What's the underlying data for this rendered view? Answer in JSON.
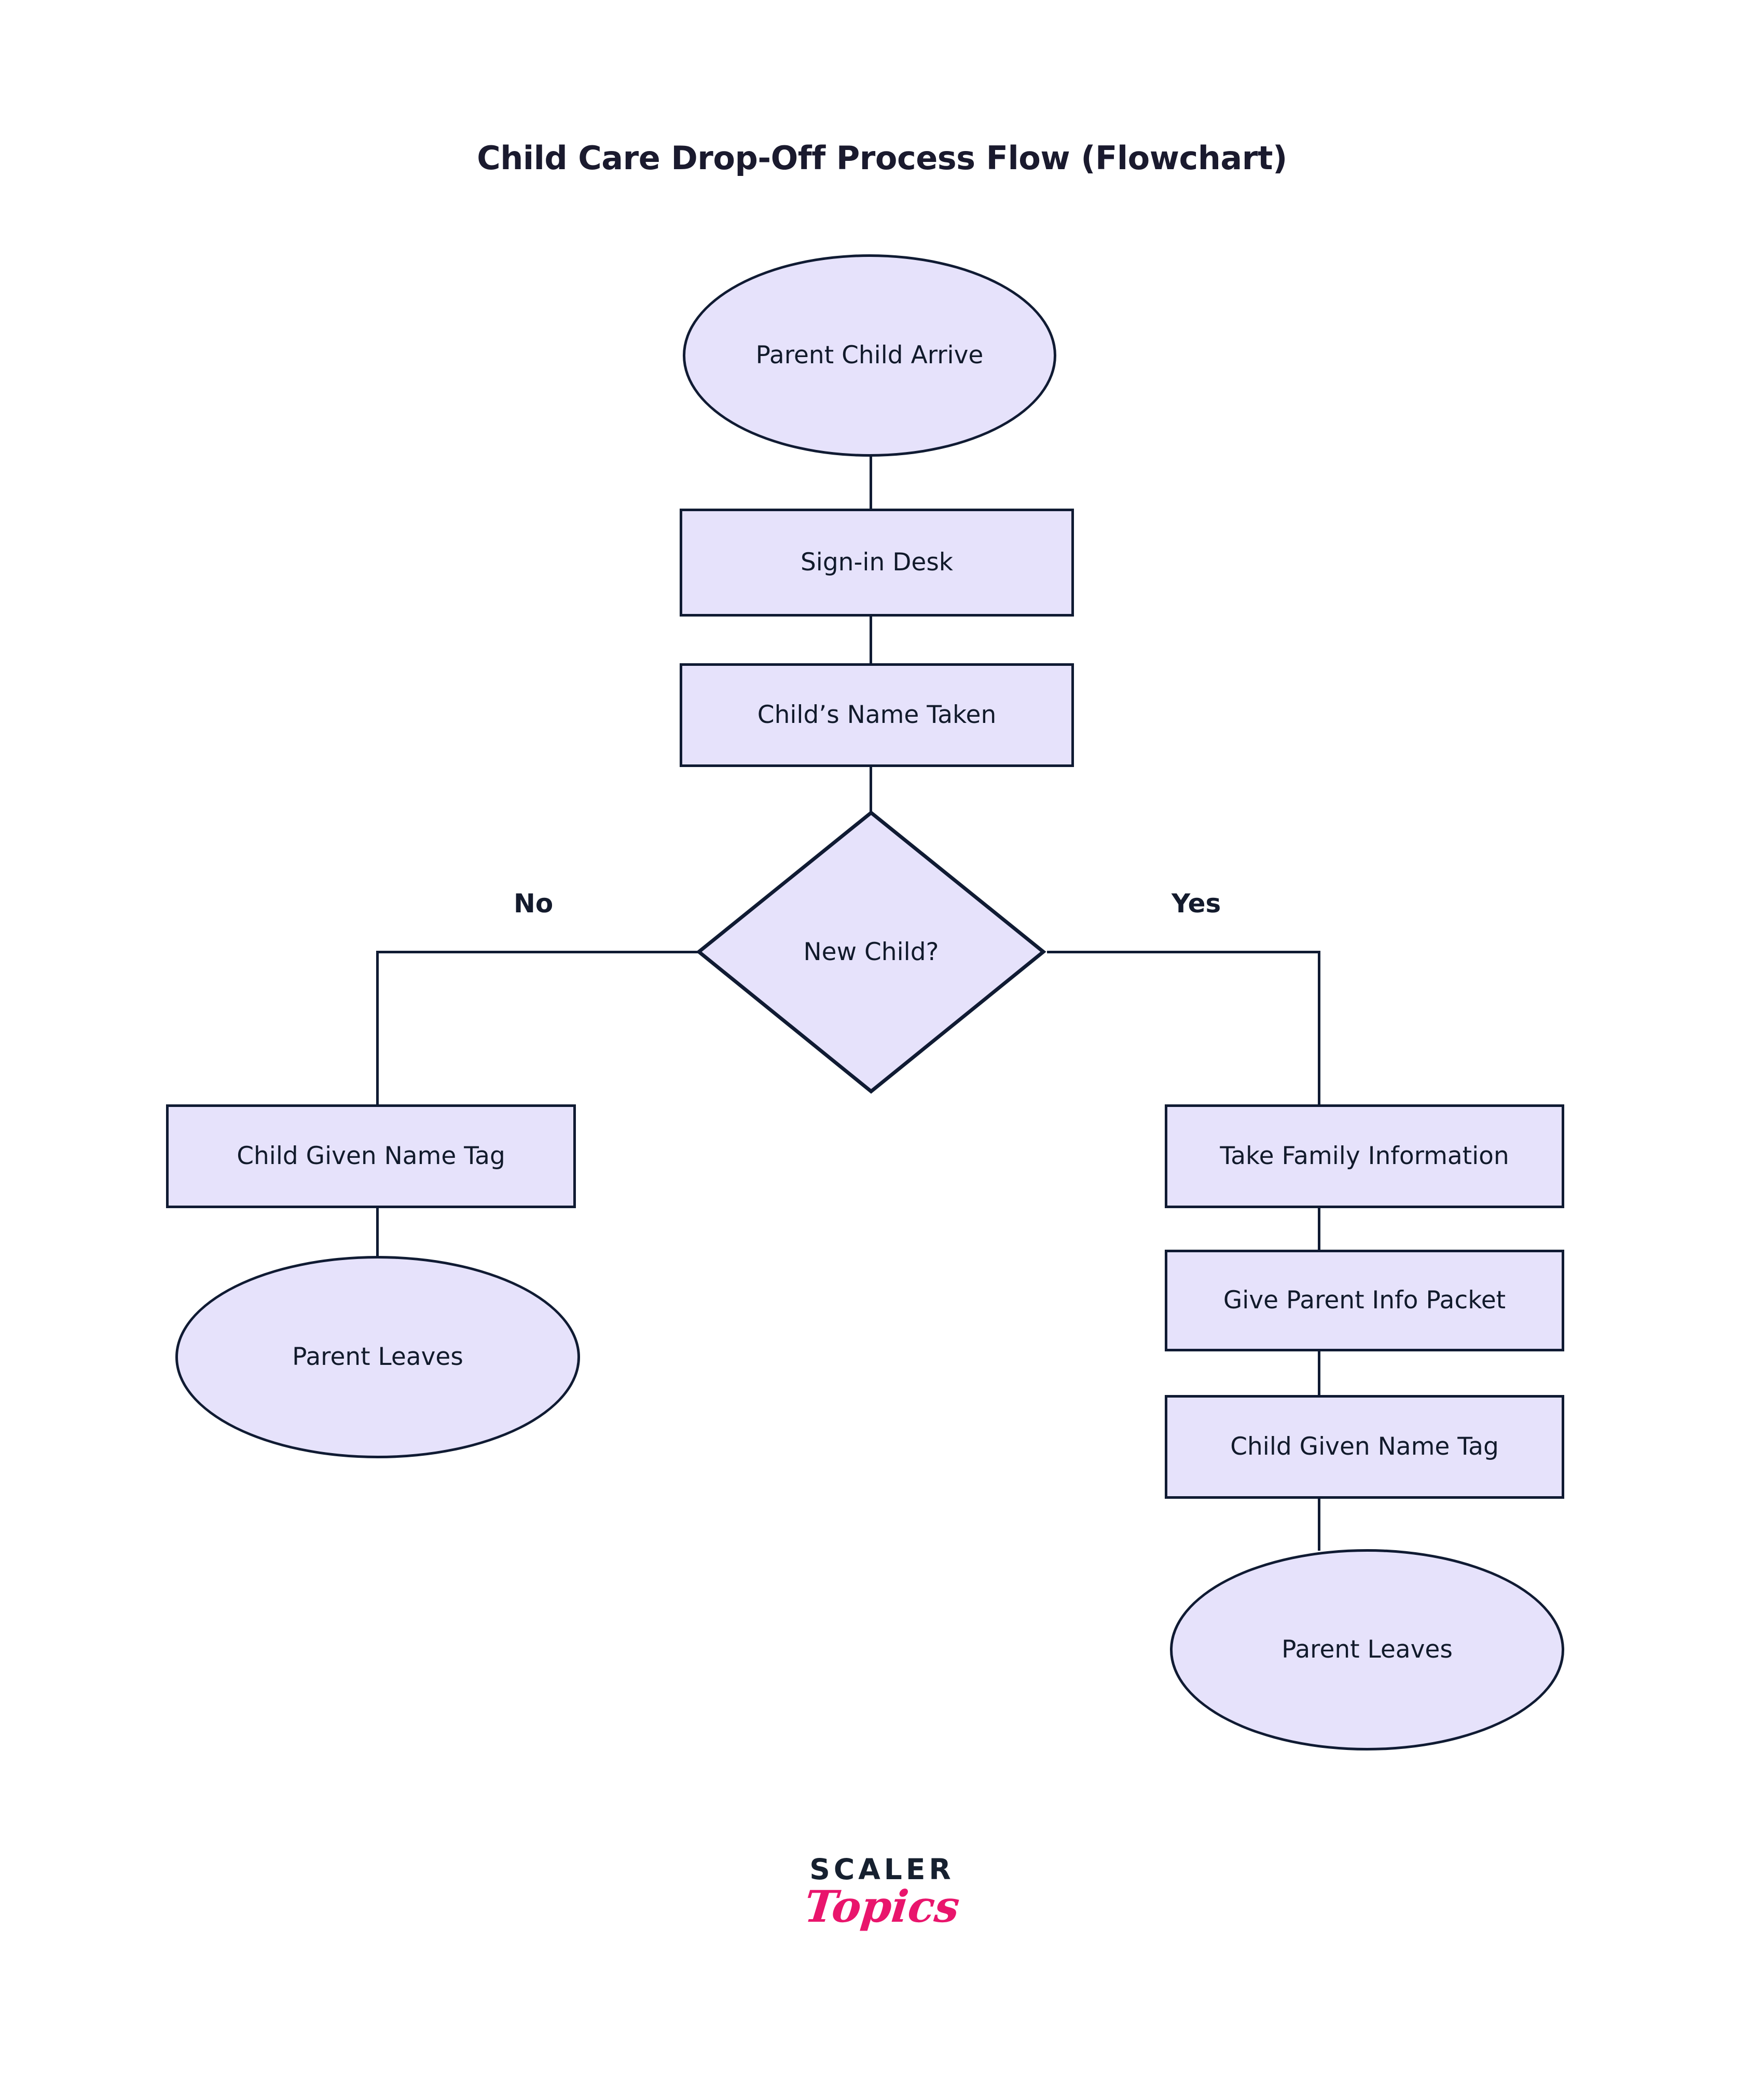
{
  "page": {
    "title": "Child Care Drop-Off Process Flow (Flowchart)",
    "background_color": "#FFFFFF"
  },
  "theme": {
    "node_fill": "#E6E2FB",
    "node_stroke": "#101B33",
    "text_color": "#111A2B",
    "title_color": "#1A1A2E",
    "logo_dark": "#16202F",
    "logo_pink": "#E9156C"
  },
  "chart_data": {
    "type": "flowchart",
    "title": "Child Care Drop-Off Process Flow (Flowchart)",
    "orientation": "top-down",
    "nodes": [
      {
        "id": "start",
        "label": "Parent Child Arrive",
        "shape": "terminator",
        "column": "center"
      },
      {
        "id": "signin",
        "label": "Sign-in Desk",
        "shape": "process",
        "column": "center"
      },
      {
        "id": "name_taken",
        "label": "Child’s Name Taken",
        "shape": "process",
        "column": "center"
      },
      {
        "id": "new_child",
        "label": "New Child?",
        "shape": "decision",
        "column": "center"
      },
      {
        "id": "no_name_tag",
        "label": "Child Given Name Tag",
        "shape": "process",
        "column": "left"
      },
      {
        "id": "no_leaves",
        "label": "Parent Leaves",
        "shape": "terminator",
        "column": "left"
      },
      {
        "id": "take_family",
        "label": "Take Family Information",
        "shape": "process",
        "column": "right"
      },
      {
        "id": "info_packet",
        "label": "Give Parent Info Packet",
        "shape": "process",
        "column": "right"
      },
      {
        "id": "yes_name_tag",
        "label": "Child Given Name Tag",
        "shape": "process",
        "column": "right"
      },
      {
        "id": "yes_leaves",
        "label": "Parent Leaves",
        "shape": "terminator",
        "column": "right"
      }
    ],
    "edges": [
      {
        "from": "start",
        "to": "signin",
        "label": ""
      },
      {
        "from": "signin",
        "to": "name_taken",
        "label": ""
      },
      {
        "from": "name_taken",
        "to": "new_child",
        "label": ""
      },
      {
        "from": "new_child",
        "to": "no_name_tag",
        "label": "No"
      },
      {
        "from": "no_name_tag",
        "to": "no_leaves",
        "label": ""
      },
      {
        "from": "new_child",
        "to": "take_family",
        "label": "Yes"
      },
      {
        "from": "take_family",
        "to": "info_packet",
        "label": ""
      },
      {
        "from": "info_packet",
        "to": "yes_name_tag",
        "label": ""
      },
      {
        "from": "yes_name_tag",
        "to": "yes_leaves",
        "label": ""
      }
    ],
    "branch_labels": {
      "left": "No",
      "right": "Yes"
    }
  },
  "logo": {
    "primary": "SCALER",
    "secondary": "Topics"
  }
}
